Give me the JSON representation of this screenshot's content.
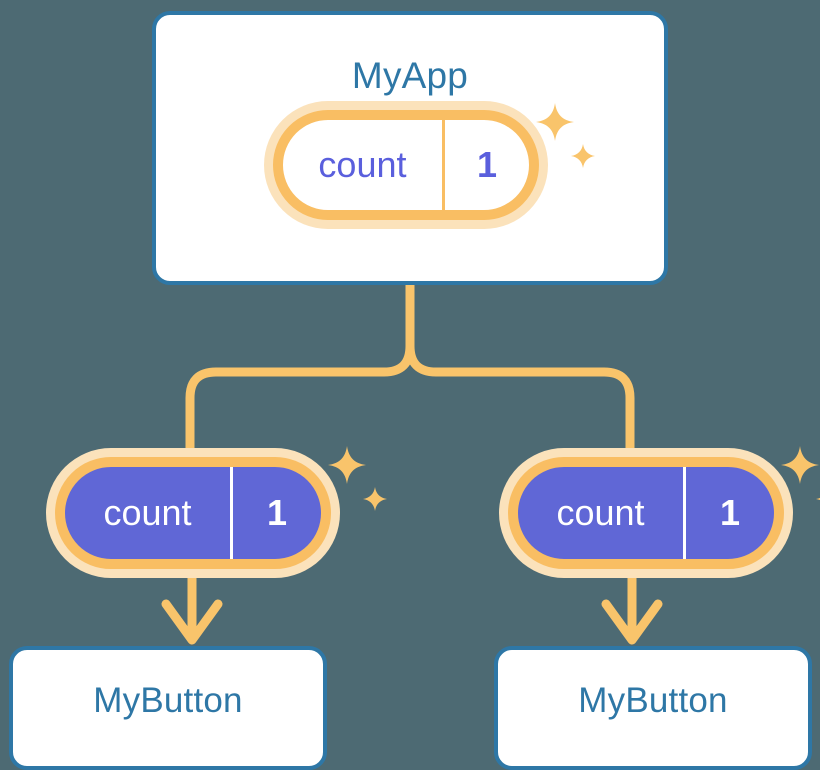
{
  "diagram": {
    "title_text": "MyApp",
    "background_color": "#4d6a73",
    "card_border_color": "#2e77a6",
    "card_text_color": "#2e77a6",
    "connector_color": "#f9c46b",
    "signal_ring_color": "#f9be63",
    "signal_halo_color": "#fbe2bb",
    "signal_fill_color": "#6067d6",
    "signal_light_text_color": "#5a5fdd"
  },
  "root": {
    "label": "MyApp",
    "signal": {
      "name": "count",
      "value": "1"
    }
  },
  "children": [
    {
      "signal": {
        "name": "count",
        "value": "1"
      },
      "label": "MyButton"
    },
    {
      "signal": {
        "name": "count",
        "value": "1"
      },
      "label": "MyButton"
    }
  ]
}
